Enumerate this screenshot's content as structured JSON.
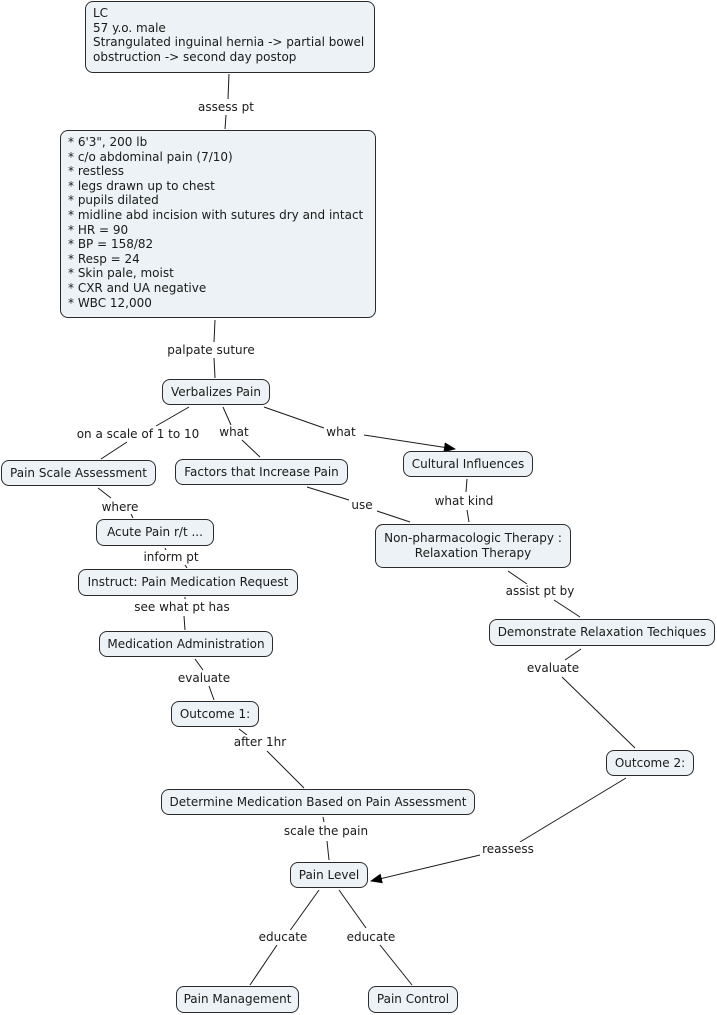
{
  "nodes": {
    "patient": {
      "lines": [
        "LC",
        "57 y.o. male",
        "Strangulated inguinal hernia -> partial bowel",
        "obstruction -> second day postop"
      ]
    },
    "assessment": {
      "lines": [
        "* 6'3\", 200 lb",
        "* c/o abdominal pain (7/10)",
        "* restless",
        "* legs drawn up to chest",
        "* pupils dilated",
        "* midline abd incision with sutures dry and intact",
        "* HR = 90",
        "* BP = 158/82",
        "* Resp = 24",
        "* Skin pale, moist",
        "* CXR and UA negative",
        "* WBC 12,000"
      ]
    },
    "verbalizes_pain": {
      "label": "Verbalizes Pain"
    },
    "pain_scale_assessment": {
      "label": "Pain Scale Assessment"
    },
    "factors_increase_pain": {
      "label": "Factors that Increase Pain"
    },
    "cultural_influences": {
      "label": "Cultural Influences"
    },
    "acute_pain": {
      "label": "Acute Pain r/t ..."
    },
    "non_pharm_therapy": {
      "lines": [
        "Non-pharmacologic Therapy :",
        "Relaxation Therapy"
      ]
    },
    "instruct_med_request": {
      "label": "Instruct: Pain Medication Request"
    },
    "medication_administration": {
      "label": "Medication Administration"
    },
    "demonstrate_relaxation": {
      "label": "Demonstrate Relaxation Techiques"
    },
    "outcome1": {
      "label": "Outcome 1:"
    },
    "outcome2": {
      "label": "Outcome 2:"
    },
    "determine_medication": {
      "label": "Determine Medication Based on Pain Assessment"
    },
    "pain_level": {
      "label": "Pain Level"
    },
    "pain_management": {
      "label": "Pain Management"
    },
    "pain_control": {
      "label": "Pain Control"
    }
  },
  "links": {
    "assess_pt": "assess pt",
    "palpate_suture": "palpate suture",
    "on_a_scale": "on a scale of 1 to 10",
    "what_factors": "what",
    "what_cultural": "what",
    "where": "where",
    "use": "use",
    "what_kind": "what kind",
    "inform_pt": "inform pt",
    "see_what_pt_has": "see what pt has",
    "assist_pt_by": "assist pt by",
    "evaluate1": "evaluate",
    "evaluate2": "evaluate",
    "after_1hr": "after 1hr",
    "scale_the_pain": "scale the pain",
    "reassess": "reassess",
    "educate1": "educate",
    "educate2": "educate"
  }
}
